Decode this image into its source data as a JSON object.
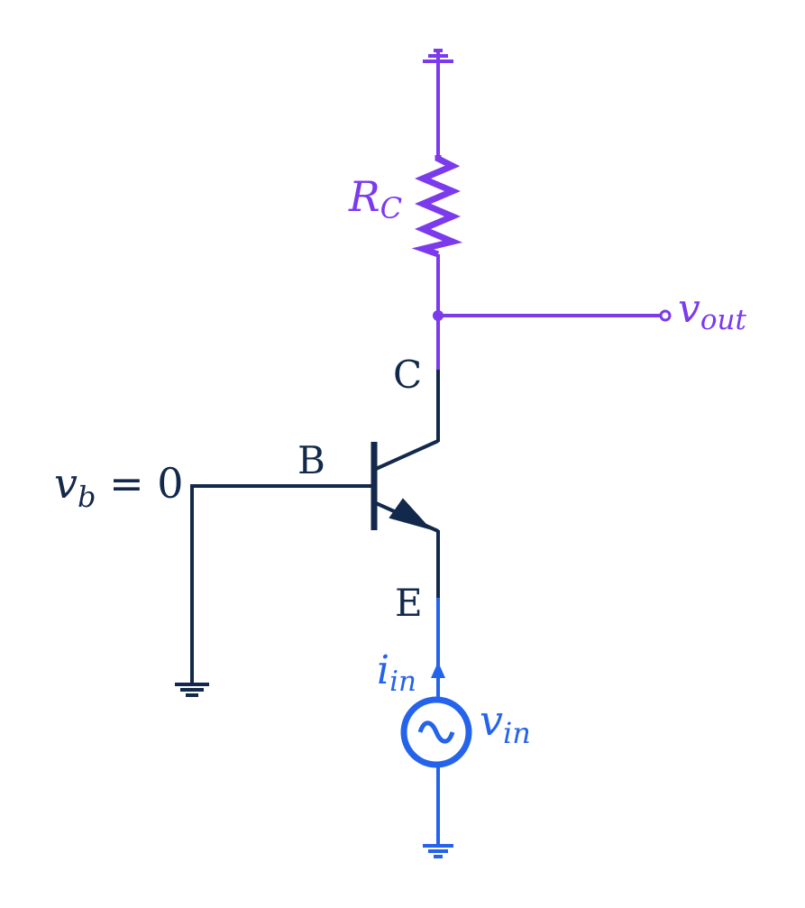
{
  "colors": {
    "base_circuit": "#13294b",
    "collector_circuit": "#7c3aed",
    "input_circuit": "#2563eb"
  },
  "labels": {
    "resistor": {
      "main": "R",
      "sub": "C"
    },
    "output": {
      "main": "v",
      "sub": "out"
    },
    "collector": "C",
    "base": "B",
    "emitter": "E",
    "base_voltage": {
      "main": "v",
      "sub": "b",
      "rest": " = 0"
    },
    "input_current": {
      "main": "i",
      "sub": "in"
    },
    "input_voltage": {
      "main": "v",
      "sub": "in"
    }
  },
  "components": {
    "transistor": "npn-bjt",
    "resistor": "zigzag-resistor",
    "source": "ac-voltage-source",
    "supply_top": "supply-terminal",
    "supply_bottom": "supply-terminal",
    "ground": "ground-symbol"
  }
}
